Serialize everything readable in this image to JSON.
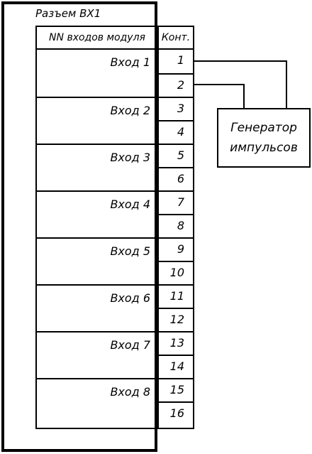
{
  "connector": {
    "title": "Разъем ВХ1"
  },
  "table": {
    "header_inputs": "NN входов модуля",
    "header_contacts": "Конт.",
    "inputs": [
      "Вход 1",
      "Вход 2",
      "Вход 3",
      "Вход 4",
      "Вход 5",
      "Вход 6",
      "Вход 7",
      "Вход 8"
    ],
    "contacts": [
      "1",
      "2",
      "3",
      "4",
      "5",
      "6",
      "7",
      "8",
      "9",
      "10",
      "11",
      "12",
      "13",
      "14",
      "15",
      "16"
    ]
  },
  "generator": {
    "line1": "Генератор",
    "line2": "импульсов"
  }
}
